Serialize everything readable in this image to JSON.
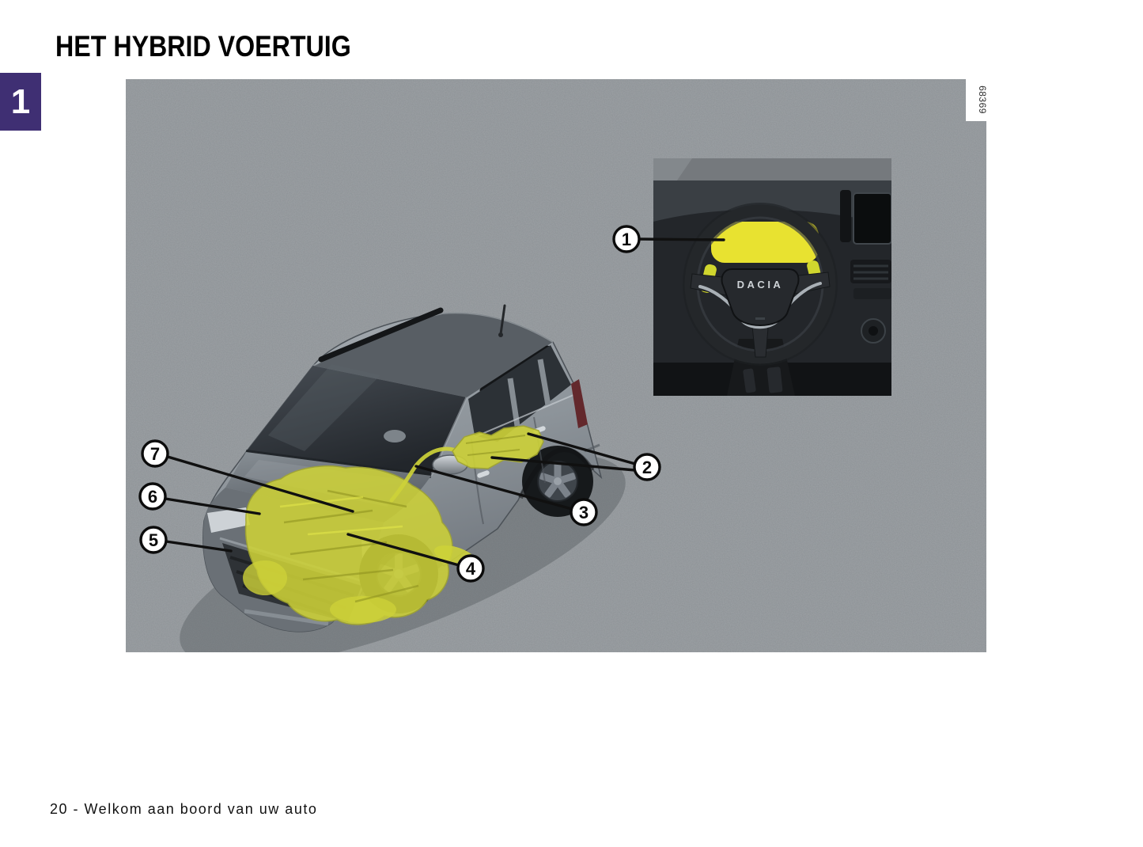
{
  "page": {
    "title": "HET HYBRID VOERTUIG",
    "chapter_tab": "1",
    "footer": "20 - Welkom aan boord van uw auto"
  },
  "figure": {
    "id_label": "68369",
    "brand_logo": "DACIA",
    "callouts": [
      {
        "number": "1"
      },
      {
        "number": "2"
      },
      {
        "number": "3"
      },
      {
        "number": "4"
      },
      {
        "number": "5"
      },
      {
        "number": "6"
      },
      {
        "number": "7"
      }
    ]
  },
  "colors": {
    "tab_purple": "#3f2f73",
    "highlight_yellow": "#cdd138",
    "cluster_yellow": "#e8e230",
    "asphalt_gray": "#8b9094"
  }
}
